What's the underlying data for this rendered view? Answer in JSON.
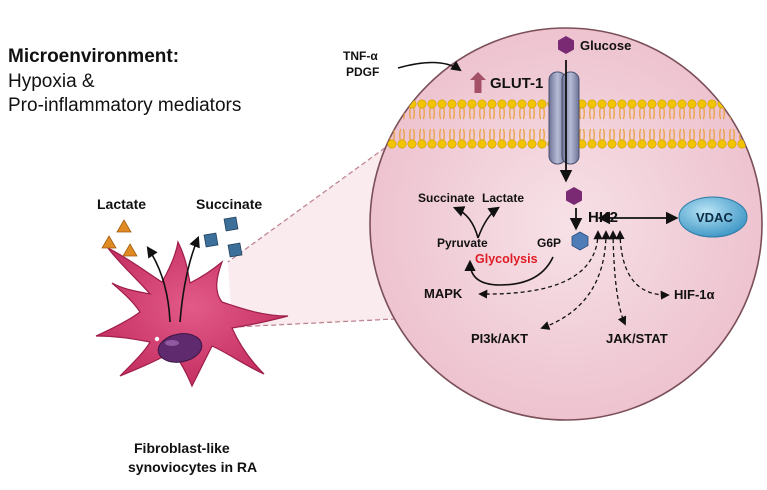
{
  "microenvironment": {
    "title": "Microenvironment:",
    "line1": "Hypoxia &",
    "line2": "Pro-inflammatory mediators"
  },
  "cell": {
    "metabolite_left": "Lactate",
    "metabolite_right": "Succinate",
    "caption_line1": "Fibroblast-like",
    "caption_line2": "synoviocytes in RA"
  },
  "pathway": {
    "stimulus_1": "TNF-α",
    "stimulus_2": "PDGF",
    "transporter": "GLUT-1",
    "glucose": "Glucose",
    "hk2": "HK2",
    "vdac": "VDAC",
    "g6p": "G6P",
    "glycolysis": "Glycolysis",
    "pyruvate": "Pyruvate",
    "succinate": "Succinate",
    "lactate": "Lactate",
    "mapk": "MAPK",
    "hif": "HIF-1α",
    "pi3k": "PI3k/AKT",
    "jak": "JAK/STAT"
  },
  "colors": {
    "circle_fill": "#f3d3dc",
    "circle_stroke": "#7a4f58",
    "lipid_head": "#f2c400",
    "lipid_tail": "#e9a23c",
    "glut_body": "#8d93b3",
    "glucose": "#7a2a72",
    "g6p": "#4f7db8",
    "cell_body": "#d43f73",
    "nucleus": "#5f2a6e",
    "lactate": "#e08a24",
    "succinate": "#3c6f99",
    "vdac": "#5fb0d8",
    "upregulation": "#a45168",
    "glycolysis_text": "#e01b24"
  }
}
